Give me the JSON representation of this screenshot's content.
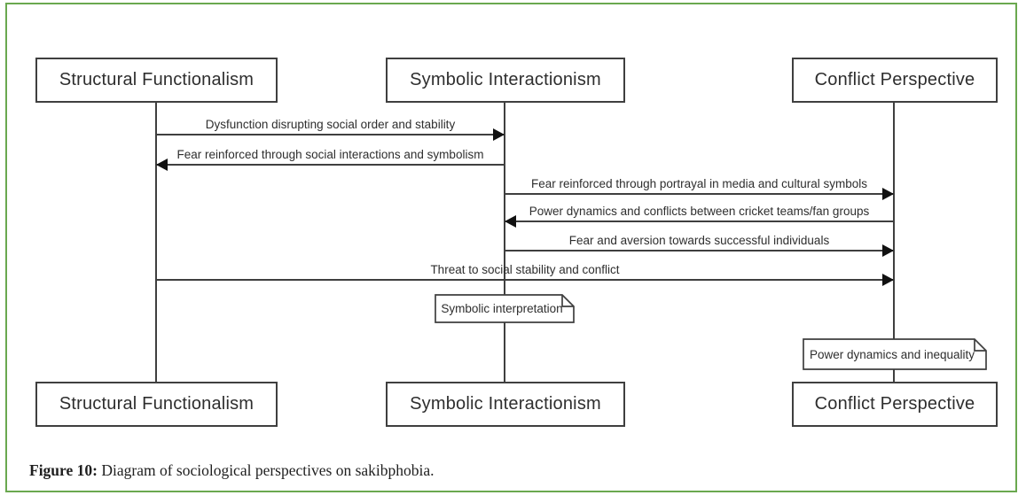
{
  "figure": {
    "caption_label": "Figure 10:",
    "caption_text": " Diagram of sociological perspectives on sakibphobia."
  },
  "colors": {
    "frame_border": "#6aa84f",
    "diagram_line": "#3f3f3f",
    "arrowhead": "#111111",
    "text": "#2e2e2e",
    "background": "#ffffff"
  },
  "diagram": {
    "type": "uml-sequence",
    "participants": [
      {
        "label": "Structural Functionalism"
      },
      {
        "label": "Symbolic Interactionism"
      },
      {
        "label": "Conflict Perspective"
      }
    ],
    "messages": [
      {
        "from": "Structural Functionalism",
        "to": "Symbolic Interactionism",
        "direction": "right",
        "label": "Dysfunction disrupting social order and stability"
      },
      {
        "from": "Symbolic Interactionism",
        "to": "Structural Functionalism",
        "direction": "left",
        "label": "Fear reinforced through social interactions and symbolism"
      },
      {
        "from": "Symbolic Interactionism",
        "to": "Conflict Perspective",
        "direction": "right",
        "label": "Fear reinforced through portrayal in media and cultural symbols"
      },
      {
        "from": "Conflict Perspective",
        "to": "Symbolic Interactionism",
        "direction": "left",
        "label": "Power dynamics and conflicts between cricket teams/fan groups"
      },
      {
        "from": "Symbolic Interactionism",
        "to": "Conflict Perspective",
        "direction": "right",
        "label": "Fear and aversion towards successful individuals"
      },
      {
        "from": "Structural Functionalism",
        "to": "Conflict Perspective",
        "direction": "right",
        "label": "Threat to social stability and conflict"
      }
    ],
    "notes": [
      {
        "on": "Symbolic Interactionism",
        "label": "Symbolic interpretation"
      },
      {
        "on": "Conflict Perspective",
        "label": "Power dynamics and inequality"
      }
    ]
  }
}
